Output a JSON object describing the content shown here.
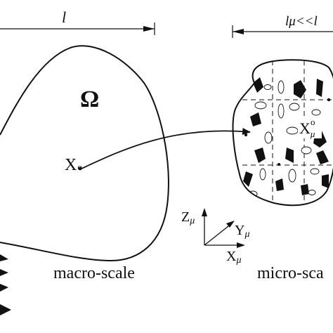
{
  "macro": {
    "length_label": "l",
    "domain_symbol": "Ω",
    "point_label_main": "X",
    "point_label_sub": "o",
    "caption": "macro-scale"
  },
  "micro": {
    "length_label": "lμ<<l",
    "point_label_main": "X",
    "point_label_sub": "μ",
    "point_label_sup": "o",
    "caption": "micro-sca"
  },
  "axes": {
    "z_main": "Z",
    "z_sub": "μ",
    "y_main": "Y",
    "y_sub": "μ",
    "x_main": "X",
    "x_sub": "μ"
  },
  "colors": {
    "ink": "#111111",
    "background": "#ffffff"
  }
}
